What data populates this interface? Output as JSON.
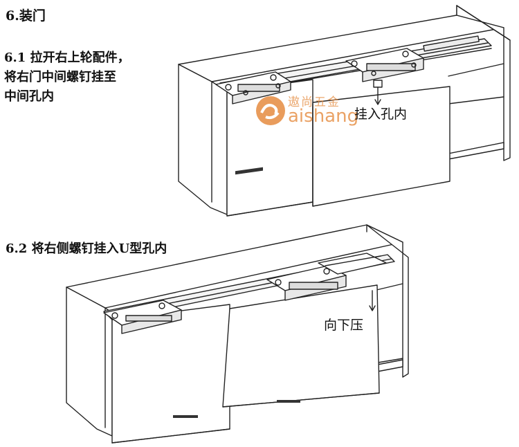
{
  "title": "6.装门",
  "step1": {
    "lines": [
      "6.1 拉开右上轮配件，",
      "将右门中间螺钉挂至",
      "中间孔内"
    ],
    "callout": "挂入孔内"
  },
  "step2": {
    "heading": "6.2 将右侧螺钉挂入U型孔内",
    "callout": "向下压"
  },
  "watermark": {
    "cn": "遨尚五金",
    "en": "aishang",
    "color": "#e58b3f"
  },
  "icons": [
    "watermark-logo-icon",
    "arrow-down-icon"
  ]
}
